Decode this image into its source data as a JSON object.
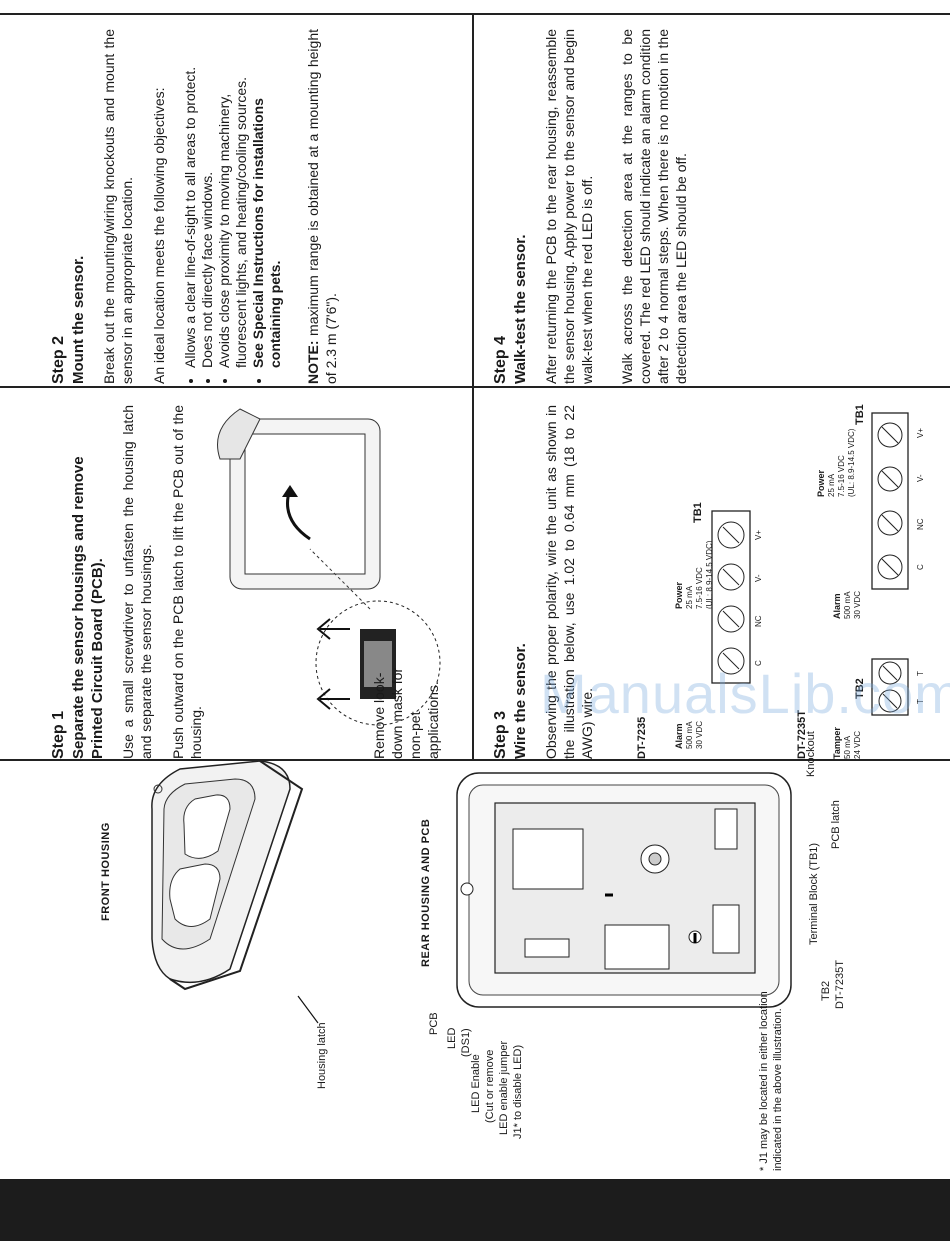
{
  "step1": {
    "number": "Step 1",
    "title": "Separate the sensor housings and remove Printed Circuit Board (PCB).",
    "p1": "Use a small screwdriver to unfasten the housing latch and separate the sensor housings.",
    "p2": "Push outward on the PCB latch to lift the PCB out of the housing.",
    "caption": "Remove look-down mask for non-pet applications."
  },
  "step2": {
    "number": "Step 2",
    "title": "Mount the sensor.",
    "p1": "Break out the mounting/wiring knockouts and mount the sensor in an appropriate location.",
    "p2": "An ideal location meets the following objectives:",
    "bullets": [
      "Allows a clear line-of-sight to all areas to protect.",
      "Does not directly face windows.",
      "Avoids close proximity to moving machinery, fluorescent lights, and heating/cooling sources."
    ],
    "bullet_bold": "See Special Instructions for installations containing pets.",
    "note_label": "NOTE:",
    "note_text": "maximum range is obtained at a mounting height of 2.3 m (7'6\")."
  },
  "step3": {
    "number": "Step 3",
    "title": "Wire the sensor.",
    "p1": "Observing the proper polarity, wire the unit as shown in the illustration below, use 1.02 to 0.64 mm (18 to 22 AWG) wire."
  },
  "step4": {
    "number": "Step 4",
    "title": "Walk-test the sensor.",
    "p1": "After returning the PCB to the rear housing, reassemble the sensor housing. Apply power to the sensor and begin walk-test when the red LED is off.",
    "p2": "Walk across the detection area at the ranges to be covered. The red LED should indicate an alarm condition after 2 to 4 normal steps. When there is no motion in the detection area the LED should be off."
  },
  "left_panel": {
    "front_housing": "FRONT HOUSING",
    "housing_latch": "Housing latch",
    "rear_housing": "REAR HOUSING AND PCB",
    "knockout": "Knockout",
    "pcb_latch": "PCB latch",
    "terminal_block": "Terminal Block (TB1)",
    "tb2": "TB2",
    "dt7235t": "DT-7235T",
    "pcb": "PCB",
    "led": "LED",
    "ds1": "(DS1)",
    "led_enable": "LED Enable",
    "led_enable_2": "(Cut or remove",
    "led_enable_3": "LED enable jumper",
    "led_enable_4": "J1* to disable LED)",
    "footnote_1": "* J1 may be located in either location",
    "footnote_2": "indicated in the above illustration."
  },
  "wiring": {
    "dt7235": {
      "model": "DT-7235",
      "alarm": "Alarm",
      "alarm_ma": "500 mA",
      "alarm_vdc": "30 VDC",
      "power": "Power",
      "power_ma": "25 mA",
      "power_vdc": "7.5-16 VDC",
      "power_ul": "(UL: 8.9-14.5 VDC)",
      "block": "TB1",
      "terminals": [
        "C",
        "NC",
        "V-",
        "V+"
      ]
    },
    "dt7235t": {
      "model": "DT-7235T",
      "tamper": "Tamper",
      "tamper_ma": "50 mA",
      "tamper_vdc": "24 VDC",
      "tamper_block": "TB2",
      "tamper_terminals": [
        "T",
        "T"
      ],
      "alarm": "Alarm",
      "alarm_ma": "500 mA",
      "alarm_vdc": "30 VDC",
      "power": "Power",
      "power_ma": "25 mA",
      "power_vdc": "7.5-16 VDC",
      "power_ul": "(UL: 8.9-14.5 VDC)",
      "block": "TB1",
      "terminals": [
        "C",
        "NC",
        "V-",
        "V+"
      ]
    }
  },
  "watermark": "ManualsLib.com",
  "colors": {
    "rule": "#222222",
    "bottom_bar": "#1c1c1c",
    "watermark": "#8fb7dd"
  }
}
